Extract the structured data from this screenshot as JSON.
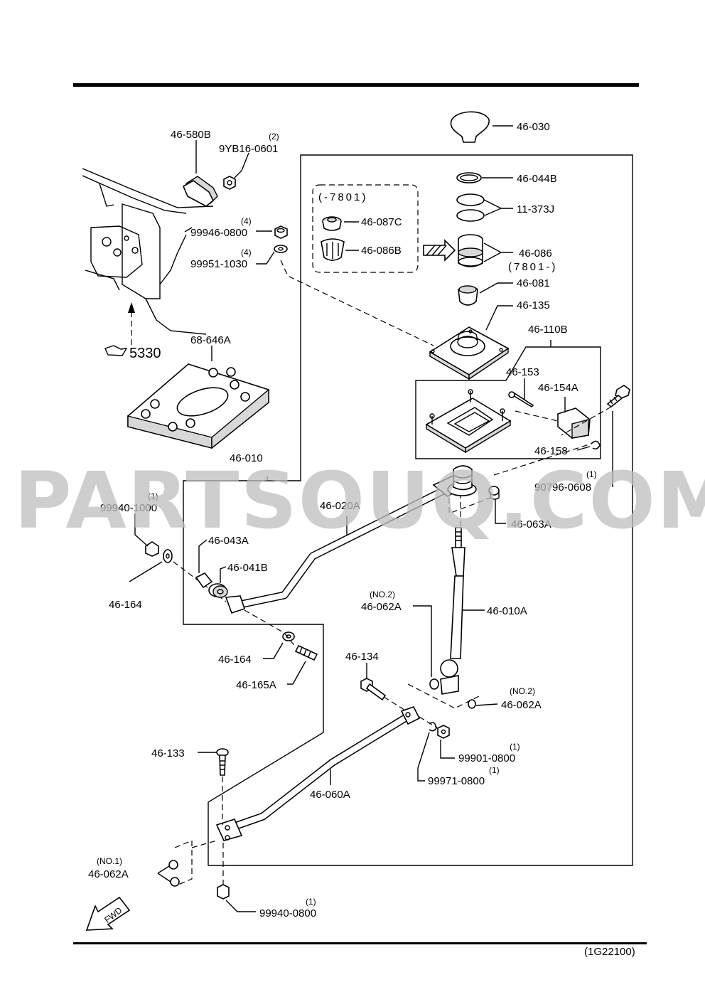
{
  "labels": {
    "p46580B": "46-580B",
    "p9YB160601": "9YB16-0601",
    "q9YB": "(2)",
    "p999460800": "99946-0800",
    "q99946": "(4)",
    "p999511030": "99951-1030",
    "q99951": "(4)",
    "ref5330": "5330",
    "p68646A": "68-646A",
    "p46030": "46-030",
    "p46044B": "46-044B",
    "p11373J": "11-373J",
    "box7801": "(-7801)",
    "p46087C": "46-087C",
    "p46086B": "46-086B",
    "p46086": "46-086",
    "p460867801": "(7801-)",
    "p46081": "46-081",
    "p46135": "46-135",
    "p46110B": "46-110B",
    "p46153": "46-153",
    "p46154A": "46-154A",
    "p46158": "46-158",
    "p907960608": "90796-0608",
    "q90796": "(1)",
    "p46010": "46-010",
    "p999401000": "99940-1000",
    "q999401000": "(1)",
    "p46020A": "46-020A",
    "p46063A": "46-063A",
    "p46043A": "46-043A",
    "p46041B": "46-041B",
    "p46164a": "46-164",
    "p46010A": "46-010A",
    "p46062A_no2a": "46-062A",
    "q46062A_no2a": "(NO.2)",
    "p46164b": "46-164",
    "p46165A": "46-165A",
    "p46134": "46-134",
    "p46062A_no2b": "46-062A",
    "q46062A_no2b": "(NO.2)",
    "p999010800": "99901-0800",
    "q99901": "(1)",
    "p999710800": "99971-0800",
    "q99971": "(1)",
    "p46133": "46-133",
    "p46060A": "46-060A",
    "p46062A_no1": "46-062A",
    "q46062A_no1": "(NO.1)",
    "p999400800": "99940-0800",
    "q999400800": "(1)",
    "fwd": "FWD",
    "diagramCode": "(1G22100)"
  },
  "watermark": "PARTSOUQ.COM"
}
